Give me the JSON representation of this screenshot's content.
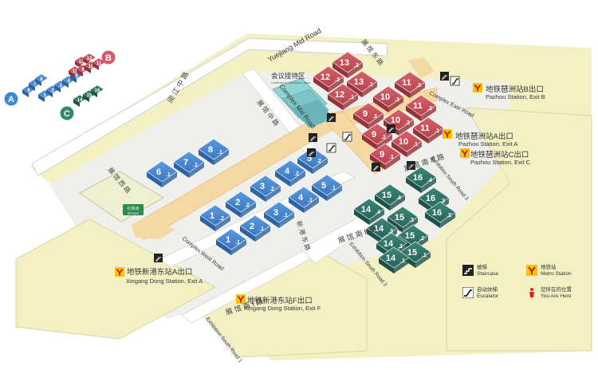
{
  "map": {
    "colors": {
      "background": "#ffffff",
      "ground": "#f3f0c4",
      "plaza": "#efefec",
      "corridor": "#f5d9a4",
      "zone_a": "#4a8ad0",
      "zone_b": "#c9505a",
      "zone_c": "#2f7567",
      "meeting": "#8ed3d6"
    },
    "streets": {
      "yuejiang_mid": "Yuejiang Mid Road",
      "yuejiang_mid_cn": "阅 江 中 路",
      "yuejiang_mid_cn_2": "阅 江 中 路",
      "xingang_east": "新 港 东 路",
      "complex_mid": "Complex Mid Road",
      "complex_mid_cn": "展 馆 中 路",
      "complex_east": "Complex East Road",
      "complex_east_cn": "展 馆 东 路",
      "complex_west": "Complex West Road",
      "complex_west_cn": "展 馆 西 路",
      "exh_south_1": "Exhibition South Road 1",
      "exh_south_1_cn": "展 馆 南 Ⅰ 路",
      "exh_south_2": "Exhibition South Road 2",
      "exh_south_2_cn": "展 馆 南 Ⅱ 路",
      "exh_south_3": "Exhibition South Road 3",
      "exh_south_3_cn": "展 馆 南 Ⅲ 路"
    },
    "meeting_area": {
      "cn": "会议接待区",
      "en": "Conference Reception Area"
    },
    "mosque": {
      "cn": "礼拜点",
      "en": "Mosque"
    },
    "overview_labels": {
      "a": "A",
      "b": "B",
      "c": "C"
    },
    "overview_a": [
      "6",
      "7",
      "8",
      "1",
      "2",
      "3",
      "4",
      "5"
    ],
    "overview_b": [
      "13",
      "12",
      "11",
      "9",
      "10",
      "11"
    ],
    "overview_c": [
      "14",
      "15",
      "16"
    ],
    "halls_a": [
      {
        "id": "6.1",
        "main": "6",
        "sub": "1"
      },
      {
        "id": "7.1",
        "main": "7",
        "sub": "1"
      },
      {
        "id": "8.1",
        "main": "8",
        "sub": "1"
      },
      {
        "id": "5.2",
        "main": "5",
        "sub": "2"
      },
      {
        "id": "4.2",
        "main": "4",
        "sub": "2"
      },
      {
        "id": "3.2",
        "main": "3",
        "sub": "2"
      },
      {
        "id": "2.2",
        "main": "2",
        "sub": "2"
      },
      {
        "id": "1.2",
        "main": "1",
        "sub": "2"
      },
      {
        "id": "5.1",
        "main": "5",
        "sub": "1"
      },
      {
        "id": "4.1",
        "main": "4",
        "sub": "1"
      },
      {
        "id": "3.1",
        "main": "3",
        "sub": "1"
      },
      {
        "id": "2.1",
        "main": "2",
        "sub": "1"
      },
      {
        "id": "1.1",
        "main": "1",
        "sub": "1"
      }
    ],
    "halls_b": [
      {
        "id": "13.2",
        "main": "13",
        "sub": "2"
      },
      {
        "id": "12.2",
        "main": "12",
        "sub": "2"
      },
      {
        "id": "13.1",
        "main": "13",
        "sub": "1"
      },
      {
        "id": "12.1",
        "main": "12",
        "sub": "1"
      },
      {
        "id": "11.3",
        "main": "11",
        "sub": "3"
      },
      {
        "id": "10.3",
        "main": "10",
        "sub": "3"
      },
      {
        "id": "9.3",
        "main": "9",
        "sub": "3"
      },
      {
        "id": "11.2",
        "main": "11",
        "sub": "2"
      },
      {
        "id": "10.2",
        "main": "10",
        "sub": "2"
      },
      {
        "id": "9.2",
        "main": "9",
        "sub": "2"
      },
      {
        "id": "11.1",
        "main": "11",
        "sub": "1"
      },
      {
        "id": "10.1",
        "main": "10",
        "sub": "1"
      },
      {
        "id": "9.1",
        "main": "9",
        "sub": "1"
      }
    ],
    "halls_c": [
      {
        "id": "16.4",
        "main": "16",
        "sub": "4"
      },
      {
        "id": "15.4",
        "main": "15",
        "sub": "4"
      },
      {
        "id": "14.4",
        "main": "14",
        "sub": "4"
      },
      {
        "id": "16.3",
        "main": "16",
        "sub": "3"
      },
      {
        "id": "15.3",
        "main": "15",
        "sub": "3"
      },
      {
        "id": "14.3",
        "main": "14",
        "sub": "3"
      },
      {
        "id": "16.2",
        "main": "16",
        "sub": "2"
      },
      {
        "id": "15.2",
        "main": "15",
        "sub": "2"
      },
      {
        "id": "14.2",
        "main": "14",
        "sub": "2"
      },
      {
        "id": "15.1",
        "main": "15",
        "sub": "1"
      },
      {
        "id": "14.1",
        "main": "14",
        "sub": "1"
      }
    ],
    "metro_exits": [
      {
        "cn": "地铁琶洲站B出口",
        "en": "Pazhou Station, Exit B"
      },
      {
        "cn": "地铁琶洲站A出口",
        "en": "Pazhou Station, Exit A"
      },
      {
        "cn": "地铁琶洲站C出口",
        "en": "Pazhou Station, Exit C"
      },
      {
        "cn": "地铁新港东站A出口",
        "en": "Xingang Dong Station, Exit A"
      },
      {
        "cn": "地铁新港东站F出口",
        "en": "Xingang Dong Station, Exit F"
      }
    ],
    "legend": {
      "staircase_cn": "楼梯",
      "staircase_en": "Staircase",
      "metro_cn": "地铁站",
      "metro_en": "Metro Station",
      "escalator_cn": "自动扶梯",
      "escalator_en": "Escalator",
      "here_cn": "您所在的位置",
      "here_en": "You Are Here"
    }
  }
}
